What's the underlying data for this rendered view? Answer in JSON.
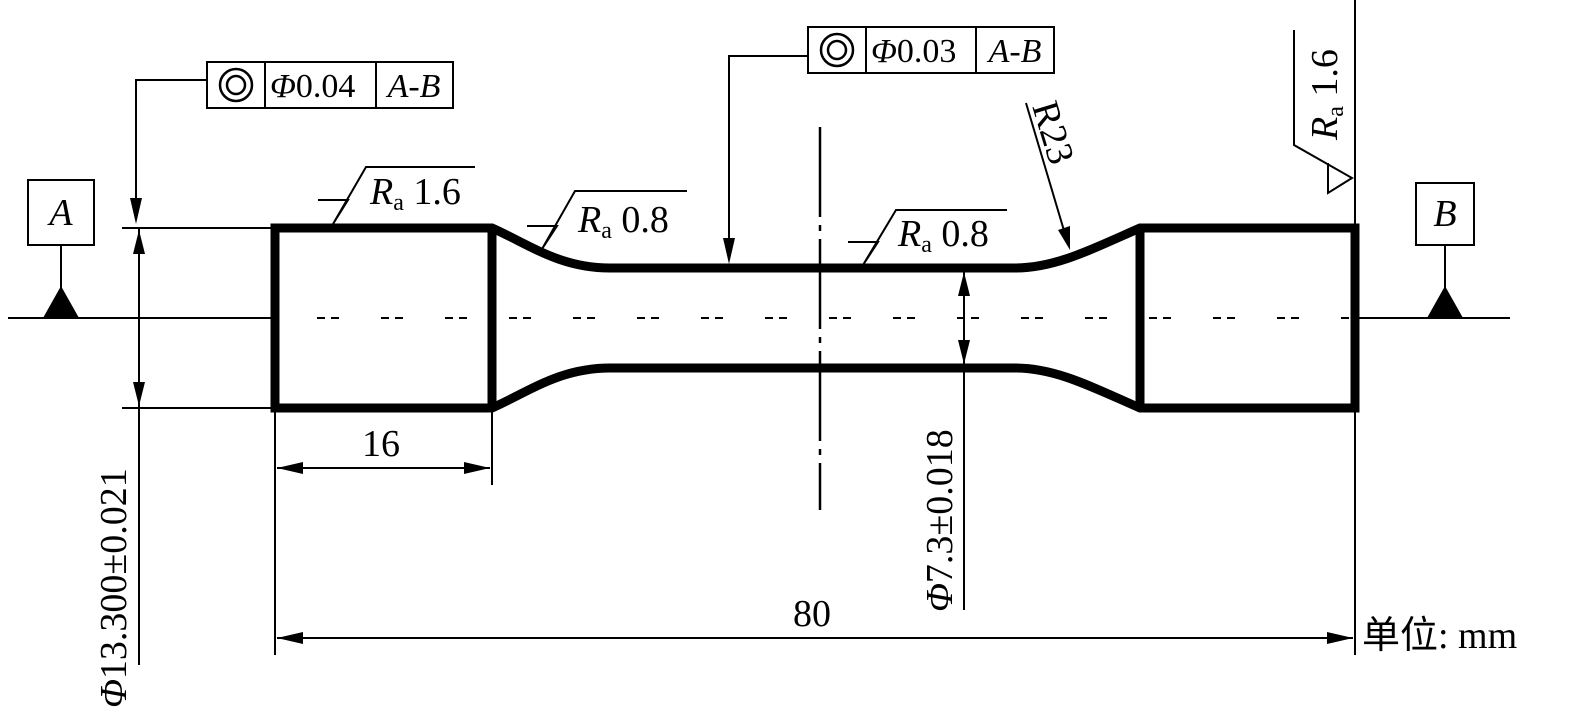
{
  "datums": {
    "a": "A",
    "b": "B"
  },
  "fcf_left": {
    "symbol": "concentricity-icon",
    "phi": "Φ",
    "tolerance": "0.04",
    "datum": "A-B"
  },
  "fcf_mid": {
    "symbol": "concentricity-icon",
    "phi": "Φ",
    "tolerance": "0.03",
    "datum": "A-B"
  },
  "roughness": {
    "r_symbol": "R",
    "r_sub": "a",
    "left_shoulder": "1.6",
    "left_fillet": "0.8",
    "center": "0.8",
    "right_end": "1.6"
  },
  "radius_label": "R23",
  "dimensions": {
    "phi": "Φ",
    "major_diameter": "13.300±0.021",
    "minor_diameter": "7.3±0.018",
    "shoulder_length": "16",
    "total_length": "80"
  },
  "unit_label": "单位: mm"
}
